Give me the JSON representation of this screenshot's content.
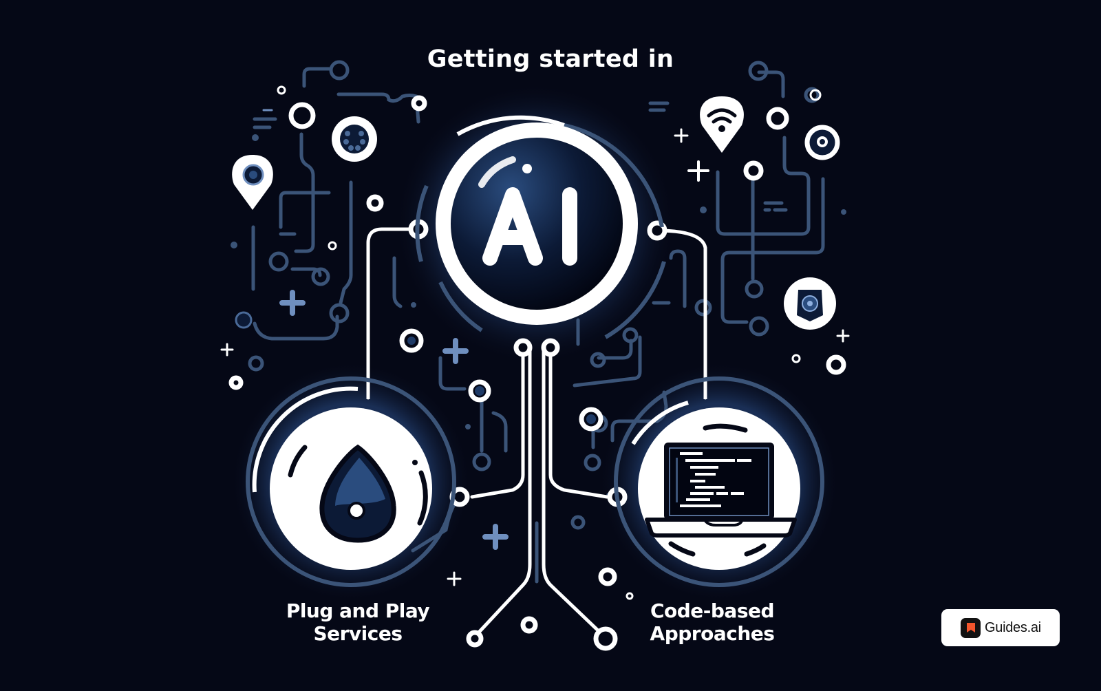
{
  "title": "Getting started in",
  "center": {
    "label": "AI",
    "icon": "ai-orb-icon"
  },
  "left_node": {
    "label": "Plug and Play\nServices",
    "line1": "Plug and Play",
    "line2": "Services",
    "icon": "droplet-icon"
  },
  "right_node": {
    "label": "Code-based\nApproaches",
    "line1": "Code-based",
    "line2": "Approaches",
    "icon": "laptop-code-icon"
  },
  "decorations": [
    "location-pin-icon",
    "wifi-pin-icon",
    "camera-lens-icon",
    "circuit-lines",
    "plus-icons"
  ],
  "badge": {
    "text": "Guides.ai",
    "icon": "bookmark-icon"
  },
  "colors": {
    "background": "#050816",
    "accent": "#3b5478",
    "accent_light": "#6f8fbf",
    "white": "#ffffff",
    "badge_icon": "#f2552c"
  }
}
